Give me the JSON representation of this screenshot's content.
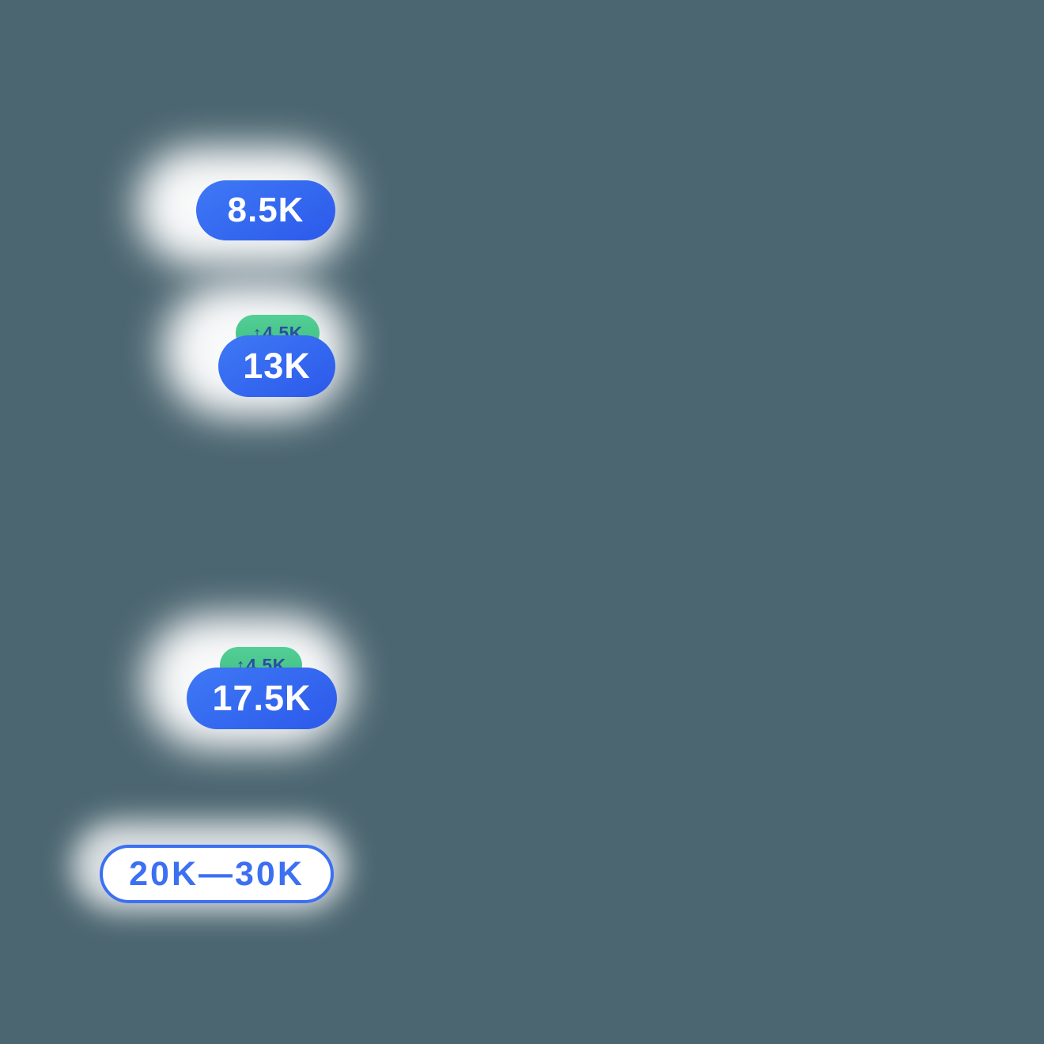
{
  "background": "#4C6671",
  "colors": {
    "background": "#4C6671",
    "glow": "#FFFFFF",
    "blue_gradient_start": "#3E79F5",
    "blue_gradient_end": "#2C59EB",
    "green_gradient_start": "#54CF96",
    "green_gradient_end": "#3FBE81",
    "delta_text": "#2B4DA3",
    "value_text": "#FFFFFF",
    "outline_blue": "#3C70F2"
  },
  "badges": [
    {
      "value": "8.5K"
    },
    {
      "value": "13K",
      "delta_arrow": "↑",
      "delta_value": "4.5K"
    },
    {
      "value": "17.5K",
      "delta_arrow": "↑",
      "delta_value": "4.5K"
    },
    {
      "value": "20K—30K"
    }
  ]
}
